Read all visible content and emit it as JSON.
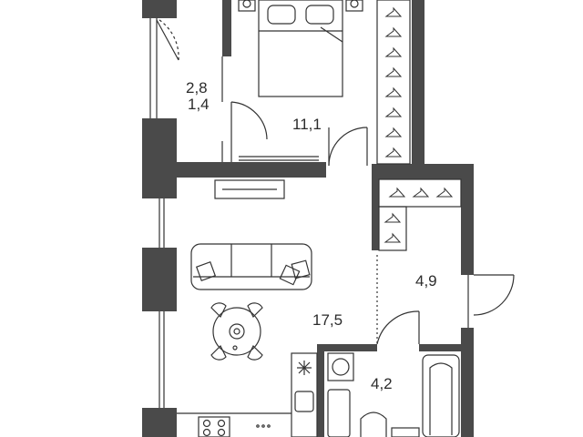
{
  "plan": {
    "wall_color": "#4a4a4a",
    "line_color": "#333333",
    "rooms": [
      {
        "id": "loggia",
        "area": "2,8",
        "sub_area": "1,4"
      },
      {
        "id": "bedroom",
        "area": "11,1"
      },
      {
        "id": "hallway",
        "area": "4,9"
      },
      {
        "id": "living",
        "area": "17,5"
      },
      {
        "id": "bathroom",
        "area": "4,2"
      }
    ]
  }
}
